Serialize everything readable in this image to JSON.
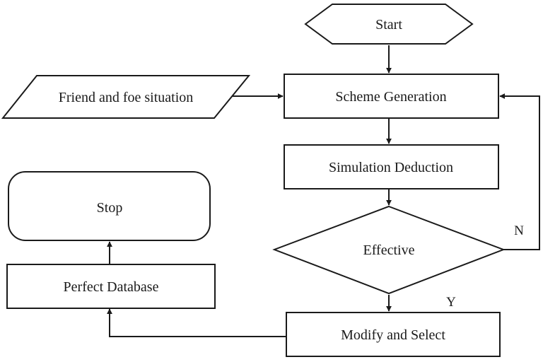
{
  "nodes": {
    "start": "Start",
    "scheme_generation": "Scheme Generation",
    "friend_foe": "Friend and foe situation",
    "simulation_deduction": "Simulation Deduction",
    "effective": "Effective",
    "modify_select": "Modify and Select",
    "perfect_database": "Perfect Database",
    "stop": "Stop"
  },
  "branch_labels": {
    "no": "N",
    "yes": "Y"
  }
}
